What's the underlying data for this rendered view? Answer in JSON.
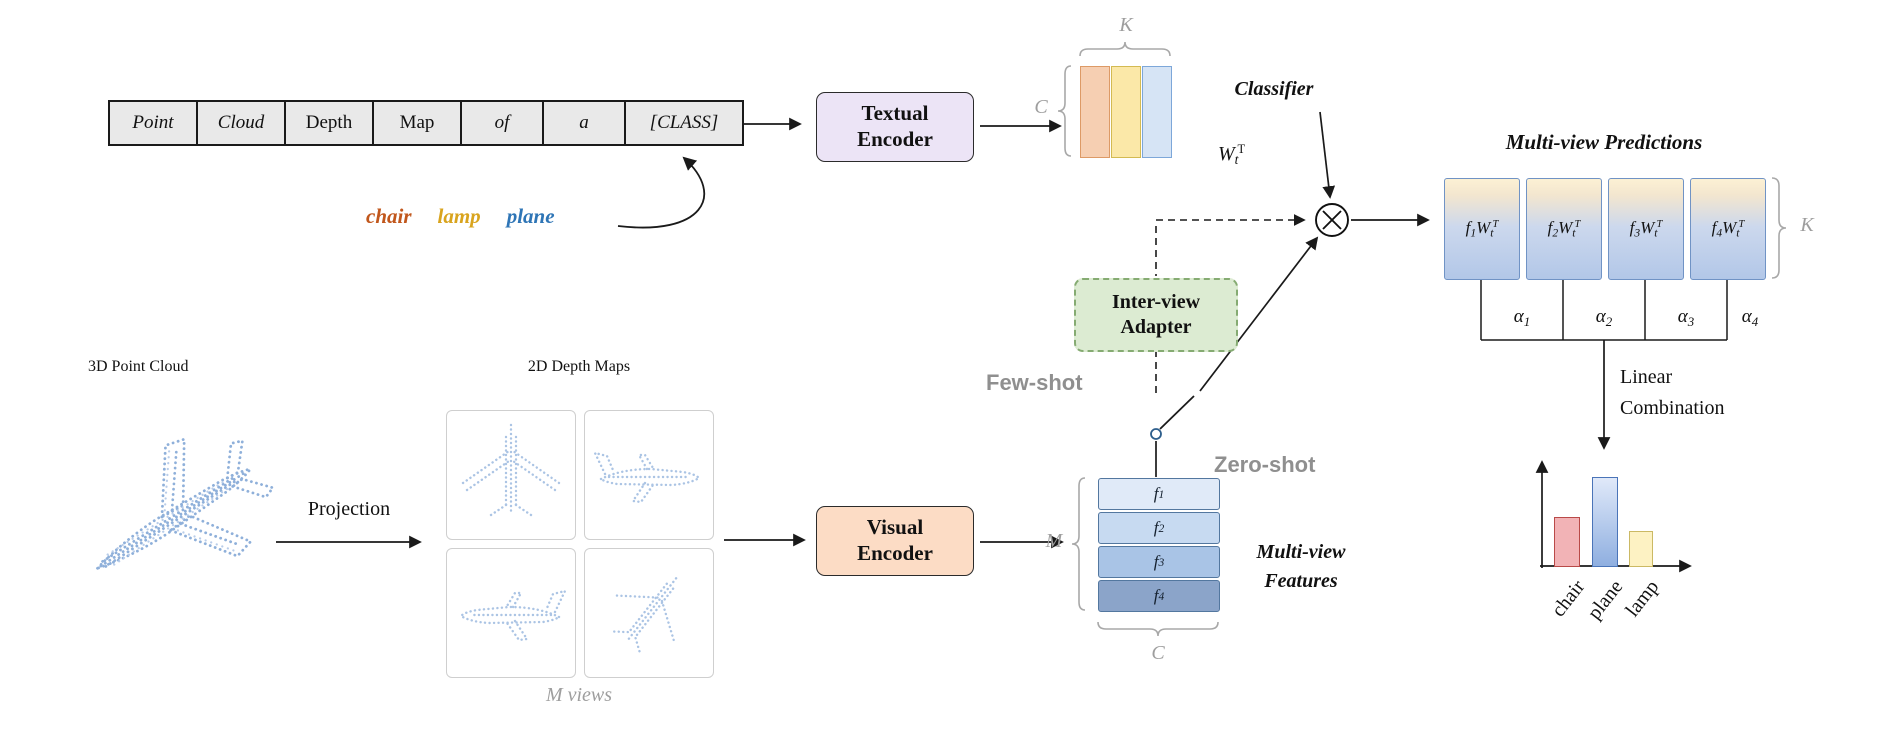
{
  "prompt_table": {
    "cells": [
      "Point",
      "Cloud",
      "Depth",
      "Map",
      "of",
      "a",
      "[CLASS]"
    ]
  },
  "class_words": [
    {
      "label": "chair",
      "color": "#c1571c"
    },
    {
      "label": "lamp",
      "color": "#d9a41e"
    },
    {
      "label": "plane",
      "color": "#2e75b6"
    }
  ],
  "textual_encoder": {
    "line1": "Textual",
    "line2": "Encoder"
  },
  "visual_encoder": {
    "line1": "Visual",
    "line2": "Encoder"
  },
  "classifier": {
    "label": "Classifier",
    "w_base": "W",
    "w_sub": "t",
    "w_sup": "T",
    "k": "K",
    "c": "C"
  },
  "inter_view_adapter": {
    "line1": "Inter-view",
    "line2": "Adapter"
  },
  "modes": {
    "few_shot": "Few-shot",
    "zero_shot": "Zero-shot"
  },
  "features": {
    "rows": [
      {
        "base": "f",
        "sub": "1"
      },
      {
        "base": "f",
        "sub": "2"
      },
      {
        "base": "f",
        "sub": "3"
      },
      {
        "base": "f",
        "sub": "4"
      }
    ],
    "m": "M",
    "c": "C",
    "caption_line1": "Multi-view",
    "caption_line2": "Features"
  },
  "predictions": {
    "title": "Multi-view Predictions",
    "k": "K",
    "boxes": [
      {
        "f_base": "f",
        "f_sub": "1",
        "w_base": "W",
        "w_sub": "t",
        "w_sup": "T"
      },
      {
        "f_base": "f",
        "f_sub": "2",
        "w_base": "W",
        "w_sub": "t",
        "w_sup": "T"
      },
      {
        "f_base": "f",
        "f_sub": "3",
        "w_base": "W",
        "w_sub": "t",
        "w_sup": "T"
      },
      {
        "f_base": "f",
        "f_sub": "4",
        "w_base": "W",
        "w_sub": "t",
        "w_sup": "T"
      }
    ],
    "alphas": [
      {
        "base": "α",
        "sub": "1"
      },
      {
        "base": "α",
        "sub": "2"
      },
      {
        "base": "α",
        "sub": "3"
      },
      {
        "base": "α",
        "sub": "4"
      }
    ]
  },
  "linear_combination": {
    "line1": "Linear",
    "line2": "Combination"
  },
  "point_cloud": {
    "title": "3D Point Cloud"
  },
  "projection": {
    "label": "Projection"
  },
  "depth_maps": {
    "title": "2D Depth Maps",
    "views_label": "M views"
  },
  "result_chart": {
    "type": "bar",
    "categories": [
      "chair",
      "plane",
      "lamp"
    ],
    "relative_values": [
      0.55,
      1.0,
      0.39
    ],
    "colors": {
      "chair": "#f2b3b6",
      "plane": "#8fafe0",
      "lamp": "#fdf2c3"
    }
  },
  "colors": {
    "textual_encoder_fill": "#ece4f6",
    "visual_encoder_fill": "#fcdcc5",
    "adapter_fill": "#dcebd2",
    "classifier_bars": [
      "#f6cfb2",
      "#fbe8a8",
      "#d6e4f5"
    ],
    "feature_rows": [
      "#e0eaf8",
      "#c7daf1",
      "#a9c4e6",
      "#8ba4c9"
    ],
    "prediction_gradient": [
      "#fcf1d4",
      "#b2c7e8"
    ],
    "point_cloud_blue": "#8fb0da"
  }
}
